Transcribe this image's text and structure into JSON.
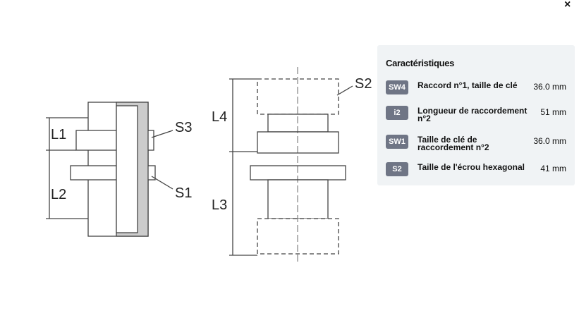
{
  "close_label": "×",
  "drawing": {
    "labels": {
      "l1": "L1",
      "l2": "L2",
      "s3": "S3",
      "s1": "S1",
      "l4": "L4",
      "l3": "L3",
      "s2": "S2"
    }
  },
  "panel": {
    "title": "Caractéristiques",
    "rows": [
      {
        "badge": "SW4",
        "label": "Raccord n°1, taille de clé",
        "value": "36.0 mm"
      },
      {
        "badge": "i2",
        "label": "Longueur de raccordement n°2",
        "value": "51 mm"
      },
      {
        "badge": "SW1",
        "label": "Taille de clé de raccordement n°2",
        "value": "36.0 mm"
      },
      {
        "badge": "S2",
        "label": "Taille de l'écrou hexagonal",
        "value": "41 mm"
      }
    ]
  }
}
